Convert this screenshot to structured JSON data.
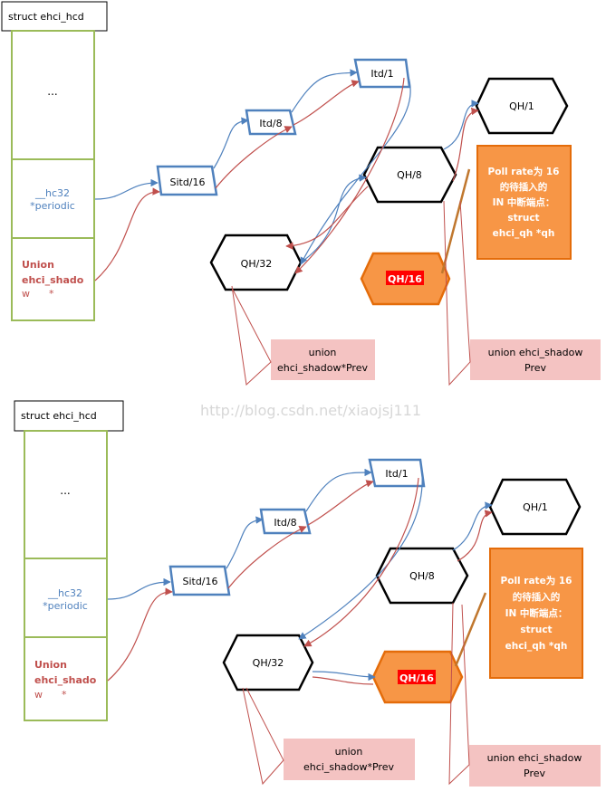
{
  "watermark": "http://blog.csdn.net/xiaojsj111",
  "colors": {
    "struct_border": "#9bbb59",
    "itd_border": "#4f81bd",
    "blue_arrow": "#4f81bd",
    "red_arrow": "#c0504d",
    "orange_fill": "#f79646",
    "orange_border": "#e46c0a",
    "pink_box": "#f4c3c2",
    "red_text": "#c0504d",
    "blue_text": "#4f81bd",
    "highlight_bg": "#ff0000"
  },
  "panels": [
    {
      "struct_title": "struct ehci_hcd",
      "field_ellipsis": "...",
      "field_periodic_1": "__hc32",
      "field_periodic_2": "*periodic",
      "field_shadow_1": "Union",
      "field_shadow_2": "ehci_shado",
      "field_shadow_3": "w      *",
      "sitd": "Sitd/16",
      "itd8": "Itd/8",
      "itd1": "Itd/1",
      "qh1": "QH/1",
      "qh8": "QH/8",
      "qh32": "QH/32",
      "qh16": "QH/16",
      "note_1": "Poll rate为 16",
      "note_2": "的待插入的",
      "note_3": "IN 中断端点：",
      "note_4": "struct",
      "note_5": "ehci_qh *qh",
      "prev_left_1": "union",
      "prev_left_2": "ehci_shadow*Prev",
      "prev_right_1": "union ehci_shadow",
      "prev_right_2": "Prev"
    },
    {
      "struct_title": "struct ehci_hcd",
      "field_ellipsis": "...",
      "field_periodic_1": "__hc32",
      "field_periodic_2": "*periodic",
      "field_shadow_1": "Union",
      "field_shadow_2": "ehci_shado",
      "field_shadow_3": "w      *",
      "sitd": "Sitd/16",
      "itd8": "Itd/8",
      "itd1": "Itd/1",
      "qh1": "QH/1",
      "qh8": "QH/8",
      "qh32": "QH/32",
      "qh16": "QH/16",
      "note_1": "Poll rate为 16",
      "note_2": "的待插入的",
      "note_3": "IN 中断端点：",
      "note_4": "struct",
      "note_5": "ehci_qh *qh",
      "prev_left_1": "union",
      "prev_left_2": "ehci_shadow*Prev",
      "prev_right_1": "union ehci_shadow",
      "prev_right_2": "Prev"
    }
  ]
}
